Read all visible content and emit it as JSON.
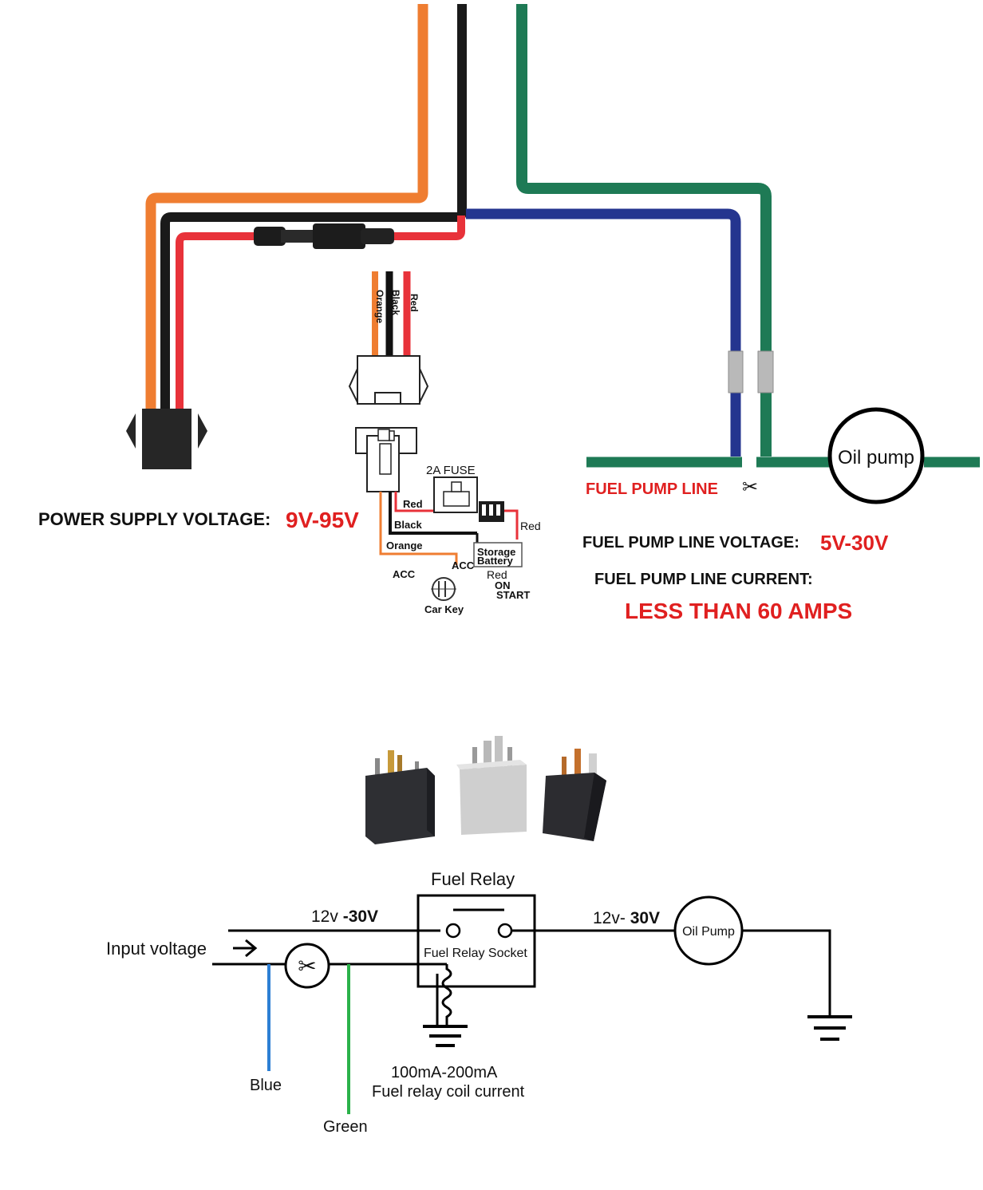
{
  "top_diagram": {
    "power_supply_label": "POWER SUPPLY VOLTAGE:",
    "power_supply_value": "9V-95V",
    "fuel_pump_line_label": "FUEL PUMP LINE",
    "fuel_pump_voltage_label": "FUEL PUMP LINE VOLTAGE:",
    "fuel_pump_voltage_value": "5V-30V",
    "fuel_pump_current_label": "FUEL PUMP LINE CURRENT:",
    "fuel_pump_current_value": "LESS THAN 60 AMPS",
    "oil_pump_label": "Oil pump",
    "connector_wires": [
      "Orange",
      "Black",
      "Red"
    ],
    "fuse_label": "2A FUSE",
    "wire_red_1": "Red",
    "wire_red_2": "Red",
    "wire_black": "Black",
    "wire_orange": "Orange",
    "storage_battery_line1": "Storage",
    "storage_battery_line2": "Battery",
    "acc_left": "ACC",
    "acc_right": "ACC",
    "key_red": "Red",
    "key_on": "ON",
    "key_start": "START",
    "car_key_label": "Car Key",
    "colors": {
      "orange": "#ef7d31",
      "black": "#1a1a1a",
      "red": "#e8323a",
      "blue": "#24358f",
      "green": "#1e7a55",
      "label_red": "#e02020"
    }
  },
  "bottom_diagram": {
    "fuel_relay_title": "Fuel Relay",
    "fuel_relay_socket_label": "Fuel Relay Socket",
    "voltage_left_prefix": "12v ",
    "voltage_left_bold": "-30V",
    "voltage_right_prefix": "12v- ",
    "voltage_right_bold": "30V",
    "input_voltage_label": "Input voltage",
    "oil_pump_label": "Oil Pump",
    "blue_label": "Blue",
    "green_label": "Green",
    "coil_current_line1": "100mA-200mA",
    "coil_current_line2": "Fuel relay coil current",
    "colors": {
      "blue_wire": "#2d7fd4",
      "green_wire": "#2bb24a"
    }
  }
}
